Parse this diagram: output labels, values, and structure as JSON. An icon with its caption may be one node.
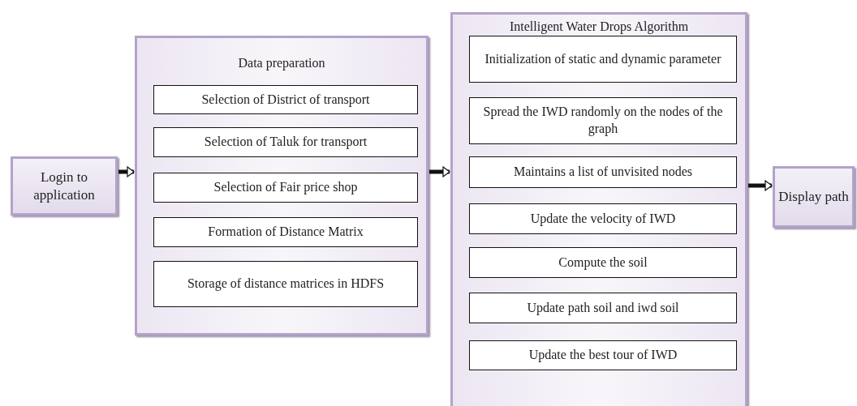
{
  "diagram": {
    "nodes": [
      {
        "text": [
          "Login to application"
        ]
      },
      {
        "text": [
          "Data preparation"
        ]
      },
      {
        "text": [
          "Selection of District of transport"
        ],
        "in": 1
      },
      {
        "text": [
          "Selection of Taluk for transport"
        ],
        "in": 1
      },
      {
        "text": [
          "Selection of Fair price shop"
        ],
        "in": 1
      },
      {
        "text": [
          "Formation of Distance Matrix"
        ],
        "in": 1
      },
      {
        "text": [
          "Storage of distance matrices in HDFS"
        ],
        "in": 1
      },
      {
        "text": [
          "Intelligent Water Drops Algorithm"
        ]
      },
      {
        "text": [
          "Initialization of static and dynamic parameter"
        ],
        "in": 7
      },
      {
        "text": [
          "Spread the IWD randomly on the nodes of the graph"
        ],
        "in": 7
      },
      {
        "text": [
          "Maintains a list of unvisited nodes"
        ],
        "in": 7
      },
      {
        "text": [
          "Update the velocity of IWD"
        ],
        "in": 7
      },
      {
        "text": [
          "Compute the soil"
        ],
        "in": 7
      },
      {
        "text": [
          "Update path soil and iwd soil"
        ],
        "in": 7
      },
      {
        "text": [
          "Update the best tour of IWD"
        ],
        "in": 7
      },
      {
        "text": [
          "Display path"
        ]
      }
    ],
    "edges": [
      {
        "from": 0,
        "to": 1,
        "arrow": "to"
      },
      {
        "from": 1,
        "to": 7,
        "arrow": "to"
      },
      {
        "from": 7,
        "to": 15,
        "arrow": "to"
      }
    ]
  }
}
